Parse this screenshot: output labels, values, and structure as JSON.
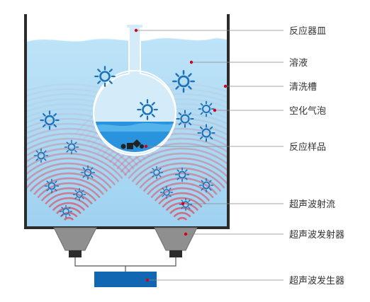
{
  "labels": {
    "reactor": "反应器皿",
    "solution": "溶液",
    "tank": "清洗槽",
    "bubbles": "空化气泡",
    "sample": "反应样品",
    "jet": "超声波射流",
    "transducer": "超声波发射器",
    "generator": "超声波发生器"
  },
  "colors": {
    "water": "#a9d8f3",
    "water_light": "#cfeaf9",
    "tank_wall": "#2b2b2b",
    "bubble": "#1e73b8",
    "wave": "#d65c6e",
    "flask_liquid": "#1f8fd8",
    "generator": "#1267b3",
    "transducer": "#8c8c8c",
    "marker": "#d0021b",
    "leader": "#888888"
  },
  "icons": {
    "bubble": "sun-burst-icon",
    "marker": "red-dot-icon"
  }
}
